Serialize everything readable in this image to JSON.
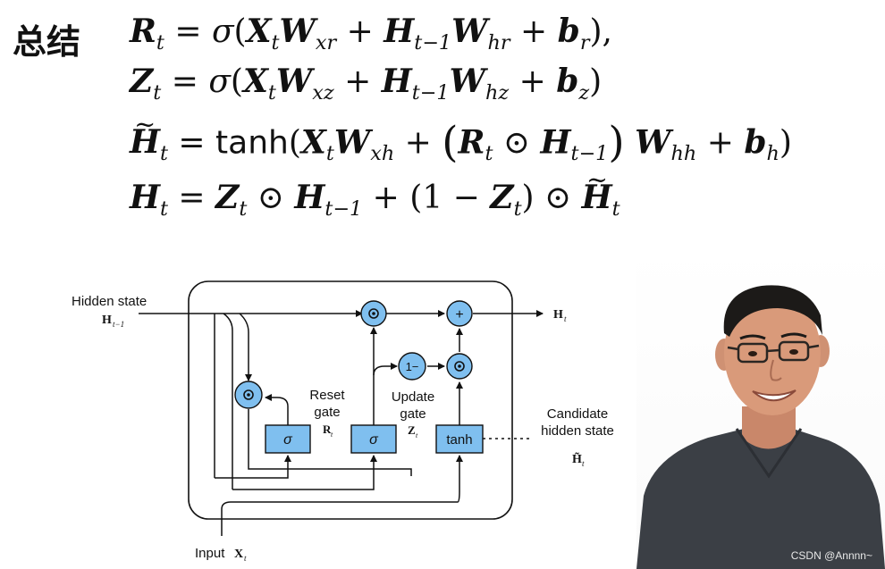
{
  "slide_title": "总结",
  "equations": {
    "reset_gate": "R_t = σ(X_t W_xr + H_{t−1} W_hr + b_r),",
    "update_gate": "Z_t = σ(X_t W_xz + H_{t−1} W_hz + b_z)",
    "candidate": "H̃_t = tanh(X_t W_xh + (R_t ⊙ H_{t−1}) W_hh + b_h)",
    "hidden": "H_t = Z_t ⊙ H_{t−1} + (1 − Z_t) ⊙ H̃_t"
  },
  "diagram": {
    "hidden_state_label": "Hidden state",
    "h_prev_symbol": "H",
    "h_prev_sub": "t−1",
    "h_out_symbol": "H",
    "h_out_sub": "t",
    "reset_label_1": "Reset",
    "reset_label_2": "gate",
    "reset_symbol": "R",
    "update_label_1": "Update",
    "update_label_2": "gate",
    "update_symbol": "Z",
    "candidate_label_1": "Candidate",
    "candidate_label_2": "hidden state",
    "candidate_symbol": "H̃",
    "input_label": "Input",
    "input_symbol": "X",
    "sub_t": "t",
    "sigma": "σ",
    "tanh": "tanh",
    "one_minus": "1−",
    "plus": "+",
    "odot": "⊙"
  },
  "watermark": "CSDN @Annnn~",
  "colors": {
    "box_fill": "#7fbfef",
    "box_stroke": "#1a1a1a",
    "skin": "#d99a7a",
    "shirt": "#3b3f45",
    "hair": "#1c1a18"
  }
}
